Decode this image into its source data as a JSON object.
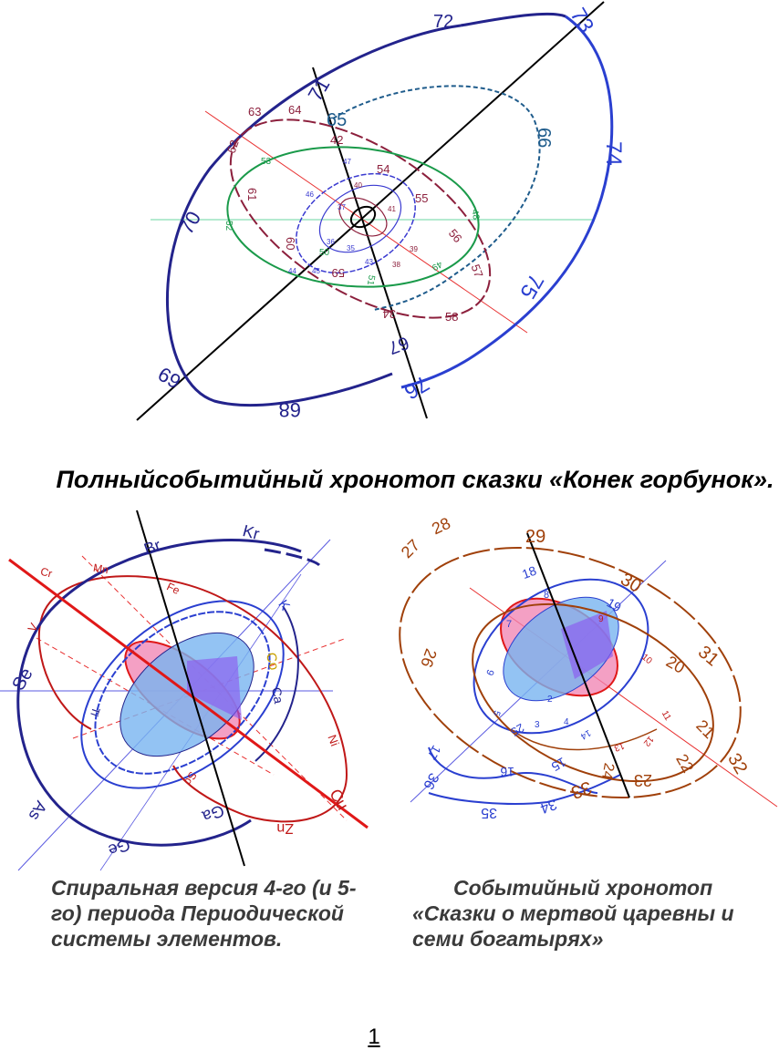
{
  "title": "Полныйсобытийный хронотоп сказки «Конек горбунок».",
  "captions": {
    "left": "Спиральная версия 4-го (и 5-го) периода Периодической системы элементов.",
    "right": "Событийный хронотоп «Сказки о мертвой царевны и семи богатырях»"
  },
  "page_number": "1",
  "diagram1_labels": [
    "72",
    "73",
    "74",
    "75",
    "76",
    "71",
    "70",
    "69",
    "68",
    "67",
    "66",
    "65",
    "64",
    "63",
    "62",
    "61",
    "60",
    "59",
    "58",
    "57",
    "56",
    "55",
    "54",
    "53",
    "52",
    "51",
    "50",
    "49",
    "48",
    "47",
    "46",
    "45",
    "44",
    "43",
    "42",
    "41",
    "40",
    "39",
    "38",
    "37",
    "36",
    "35",
    "34"
  ],
  "diagram2_labels": [
    "Br",
    "Kr",
    "Cr",
    "Mn",
    "Fe",
    "V",
    "K",
    "Co",
    "Ca",
    "Se",
    "Ni",
    "Cu",
    "Zn",
    "Ga",
    "Ge",
    "As",
    "Sc",
    "Ti"
  ],
  "diagram3_labels": [
    "27",
    "28",
    "29",
    "30",
    "31",
    "32",
    "26",
    "20",
    "21",
    "22",
    "23",
    "24",
    "33",
    "34",
    "35",
    "36",
    "17",
    "16",
    "15",
    "25",
    "18",
    "19",
    "6",
    "7",
    "8",
    "9",
    "10",
    "11",
    "12",
    "13",
    "14",
    "5",
    "4",
    "3",
    "2"
  ],
  "colors": {
    "navy": "#23238c",
    "blue": "#2a3fd0",
    "teal": "#1f5c8c",
    "maroon": "#8c1f3c",
    "green": "#1a9a4a",
    "red": "#e01818",
    "brown": "#a0400a",
    "pink": "#f080b0",
    "lightblue": "#78b4f0",
    "violet": "#8c5af0"
  }
}
